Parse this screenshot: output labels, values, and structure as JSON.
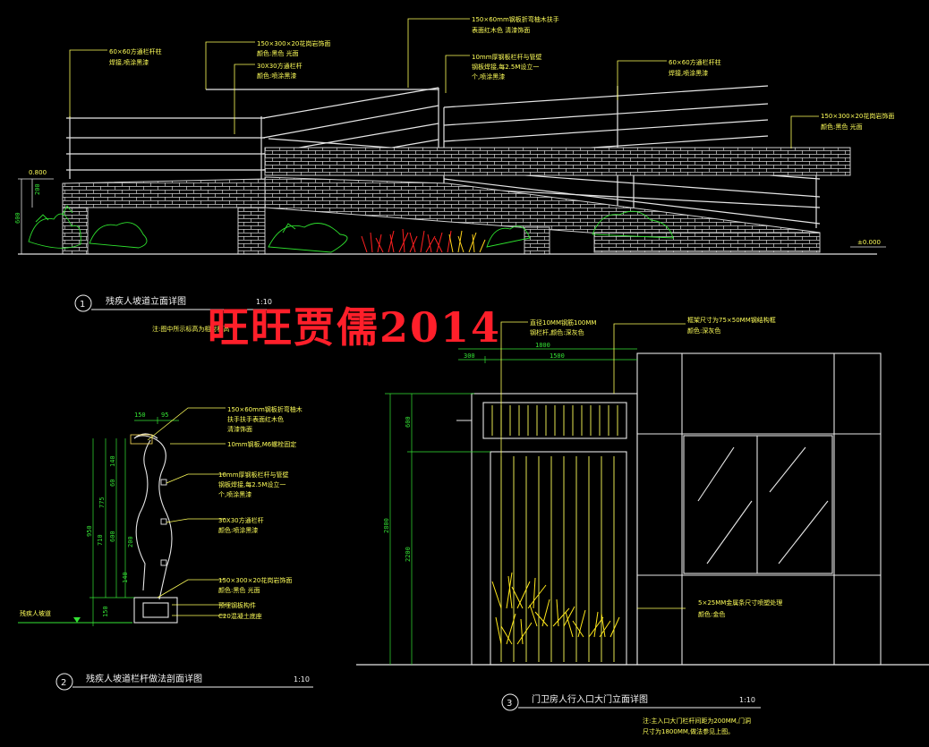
{
  "drawing_1": {
    "number": "1",
    "title": "残疾人坡道立面详图",
    "scale": "1:10",
    "note": "注:图中所示标高为相对标高",
    "level_top": "0.800",
    "level_ground": "±0.000",
    "dims": {
      "h200": "200",
      "h600": "600"
    },
    "callouts": {
      "post_60": [
        "60×60方通栏杆柱",
        "焊接,喷涂黑漆"
      ],
      "cap_150": [
        "150×300×20花岗岩饰面",
        "颜色:黑色   光面"
      ],
      "bar_30": [
        "30X30方通栏杆",
        "颜色:喷涂黑漆"
      ],
      "handrail": [
        "150×60mm钢板折弯柚木扶手",
        "表面红木色   清漆饰面"
      ],
      "plate_10": [
        "10mm厚钢板栏杆与管壁",
        "钢板焊接,每2.5M设立一",
        "个,喷涂黑漆"
      ],
      "post_60_right": [
        "60×60方通栏杆柱",
        "焊接,喷涂黑漆"
      ],
      "cap_right": [
        "150×300×20花岗岩饰面",
        "颜色:黑色   光面"
      ]
    }
  },
  "drawing_2": {
    "number": "2",
    "title": "残疾人坡道栏杆做法剖面详图",
    "scale": "1:10",
    "ramp_label": "残疾人坡道",
    "dims": {
      "d150": "150",
      "d95": "95",
      "d140a": "140",
      "d60": "60",
      "d775": "775",
      "d710": "710",
      "d950": "950",
      "d600": "600",
      "d200": "200",
      "d140b": "140",
      "d150b": "150"
    },
    "callouts": {
      "handrail": [
        "150×60mm钢板折弯柚木",
        "扶手扶手表面红木色",
        "清漆饰面"
      ],
      "bolt": "10mm钢板,M6螺栓固定",
      "plate": [
        "10mm厚钢板栏杆与管壁",
        "钢板焊接,每2.5M设立一",
        "个,喷涂黑漆"
      ],
      "bar": [
        "30X30方通栏杆",
        "颜色:喷涂黑漆"
      ],
      "cap": [
        "150×300×20花岗岩饰面",
        "颜色:黑色   光面"
      ],
      "embed": "预埋钢板构件",
      "concrete": "C20混凝土底座"
    }
  },
  "drawing_3": {
    "number": "3",
    "title": "门卫房人行入口大门立面详图",
    "scale": "1:10",
    "notes": [
      "注:主入口大门栏杆间距为200MM,门洞",
      "尺寸为1800MM,做法参见上图。"
    ],
    "dims": {
      "w1800": "1800",
      "w300": "300",
      "w1500": "1500",
      "h600": "600",
      "h2800": "2800",
      "h2200": "2200"
    },
    "callouts": {
      "bars": [
        "直径10MM钢筋100MM",
        "钢栏杆,颜色:深灰色"
      ],
      "frame": [
        "框架尺寸为75×50MM钢结构框",
        "颜色:深灰色"
      ],
      "strip": [
        "5×25MM金属条尺寸喷塑处理",
        "颜色:金色"
      ]
    }
  },
  "watermark": "旺旺贾儒2014"
}
